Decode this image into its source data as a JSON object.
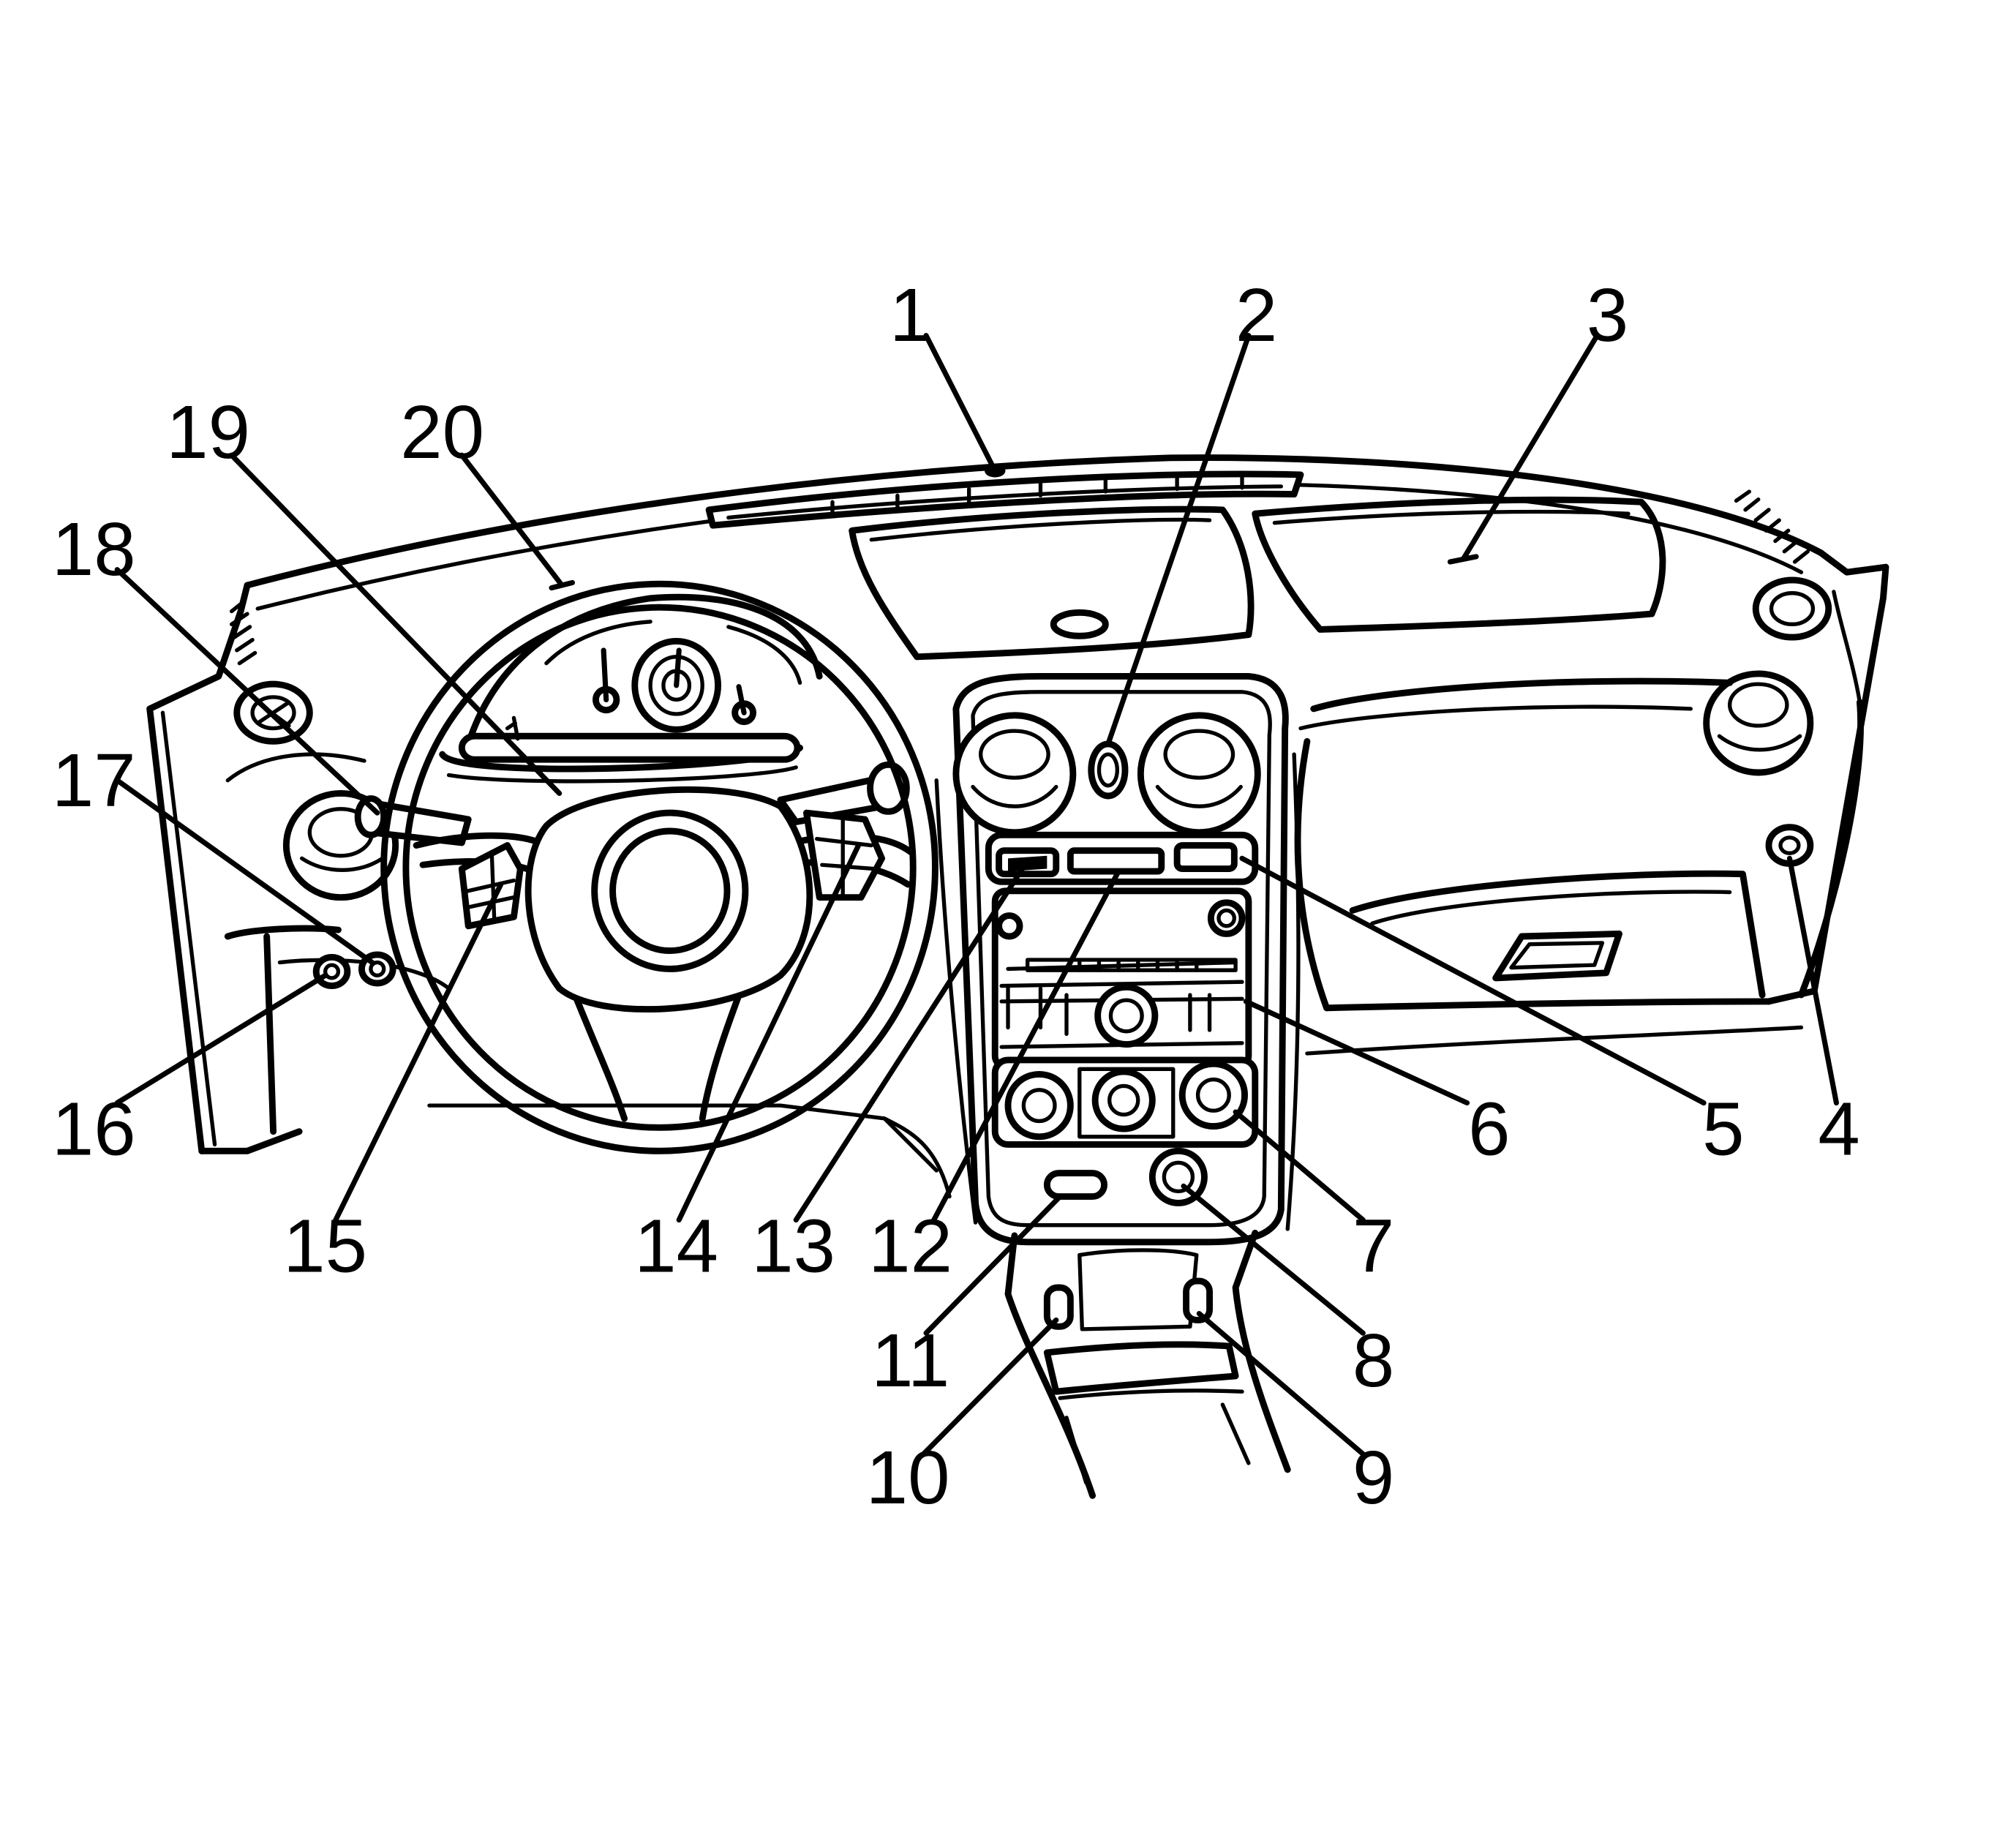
{
  "callouts": [
    {
      "id": "1",
      "label": "1"
    },
    {
      "id": "2",
      "label": "2"
    },
    {
      "id": "3",
      "label": "3"
    },
    {
      "id": "4",
      "label": "4"
    },
    {
      "id": "5",
      "label": "5"
    },
    {
      "id": "6",
      "label": "6"
    },
    {
      "id": "7",
      "label": "7"
    },
    {
      "id": "8",
      "label": "8"
    },
    {
      "id": "9",
      "label": "9"
    },
    {
      "id": "10",
      "label": "10"
    },
    {
      "id": "11",
      "label": "11"
    },
    {
      "id": "12",
      "label": "12"
    },
    {
      "id": "13",
      "label": "13"
    },
    {
      "id": "14",
      "label": "14"
    },
    {
      "id": "15",
      "label": "15"
    },
    {
      "id": "16",
      "label": "16"
    },
    {
      "id": "17",
      "label": "17"
    },
    {
      "id": "18",
      "label": "18"
    },
    {
      "id": "19",
      "label": "19"
    },
    {
      "id": "20",
      "label": "20"
    }
  ],
  "style": {
    "line_color": "#000000",
    "background": "#ffffff"
  }
}
